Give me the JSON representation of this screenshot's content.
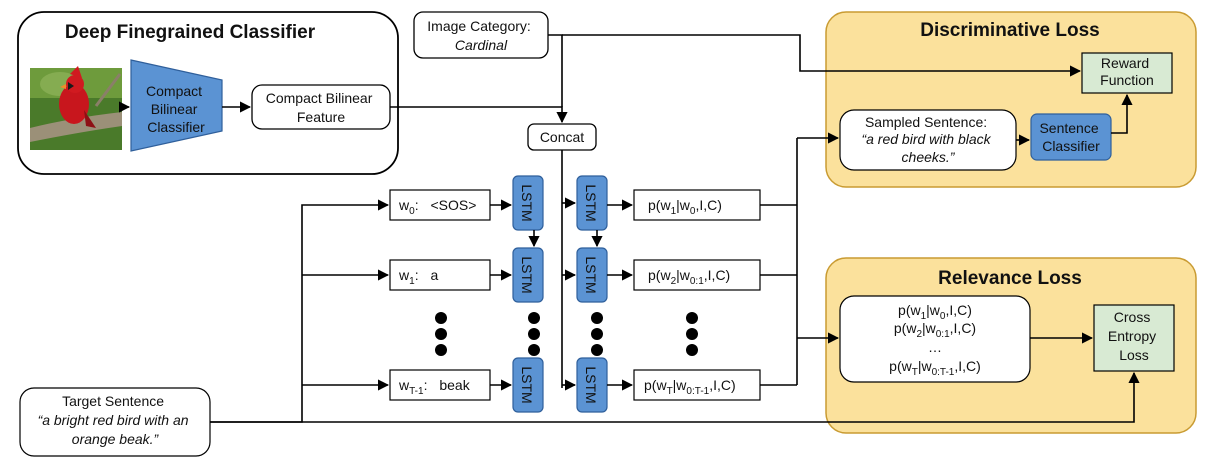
{
  "classifier_panel": {
    "title": "Deep Finegrained Classifier",
    "cnn_label_lines": [
      "Compact",
      "Bilinear",
      "Classifier"
    ],
    "feature_label_lines": [
      "Compact Bilinear",
      "Feature"
    ]
  },
  "image_category": {
    "label": "Image Category:",
    "value": "Cardinal"
  },
  "concat_label": "Concat",
  "lstm_label": "LSTM",
  "word_inputs": [
    {
      "symbol": "w",
      "subscript": "0",
      "token": "<SOS>"
    },
    {
      "symbol": "w",
      "subscript": "1",
      "token": "a"
    },
    {
      "symbol": "w",
      "subscript": "T-1",
      "token": "beak"
    }
  ],
  "outputs": [
    {
      "p": "p(w",
      "sub1": "1",
      "mid": "|w",
      "sub2": "0",
      "tail": ",I,C)"
    },
    {
      "p": "p(w",
      "sub1": "2",
      "mid": "|w",
      "sub2": "0:1",
      "tail": ",I,C)"
    },
    {
      "p": "p(w",
      "sub1": "T",
      "mid": "|w",
      "sub2": "0:T-1",
      "tail": ",I,C)"
    }
  ],
  "discriminative_loss": {
    "title": "Discriminative Loss",
    "reward_lines": [
      "Reward",
      "Function"
    ],
    "sampled_label": "Sampled Sentence:",
    "sampled_lines": [
      "“a red bird with black",
      "cheeks.”"
    ],
    "sentence_classifier_lines": [
      "Sentence",
      "Classifier"
    ]
  },
  "relevance_loss": {
    "title": "Relevance Loss",
    "prob_lines": [
      {
        "p": "p(w",
        "sub1": "1",
        "mid": "|w",
        "sub2": "0",
        "tail": ",I,C)"
      },
      {
        "p": "p(w",
        "sub1": "2",
        "mid": "|w",
        "sub2": "0:1",
        "tail": ",I,C)"
      },
      {
        "p": "p(w",
        "sub1": "T",
        "mid": "|w",
        "sub2": "0:T-1",
        "tail": ",I,C)"
      }
    ],
    "ellipsis": "…",
    "cross_entropy_lines": [
      "Cross",
      "Entropy",
      "Loss"
    ]
  },
  "target_sentence": {
    "label": "Target Sentence",
    "lines": [
      "“a bright red bird with an",
      "orange beak.”"
    ]
  },
  "colors": {
    "blue": "#5b93d3",
    "green": "#d8ead3",
    "panel_yellow": "#fbe19c",
    "panel_border": "#d4a93a"
  }
}
